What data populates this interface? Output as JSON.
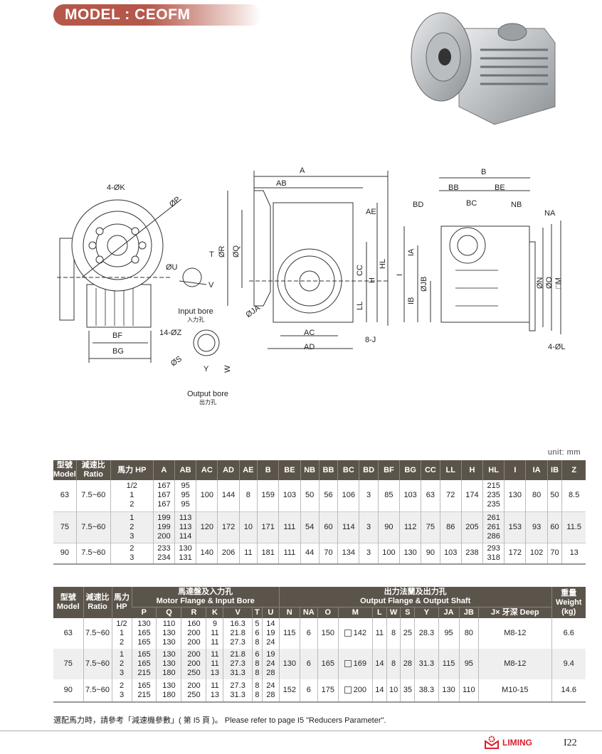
{
  "title": "MODEL : CEOFM",
  "unit": "unit: mm",
  "diagram": {
    "labels": [
      "4-ØK",
      "ØP",
      "T",
      "ØU",
      "V",
      "ØR",
      "ØQ",
      "A",
      "AB",
      "AE",
      "CC",
      "H",
      "HL",
      "ØJA",
      "LL",
      "AC",
      "AD",
      "8-J",
      "BF",
      "BG",
      "14-ØZ",
      "ØS",
      "Y",
      "W",
      "B",
      "BB",
      "BE",
      "BD",
      "BC",
      "NB",
      "NA",
      "IA",
      "I",
      "ØJB",
      "IB",
      "ØN",
      "ØO",
      "□M",
      "4-ØL"
    ],
    "input_bore": "Input bore",
    "input_bore_cn": "入力孔",
    "output_bore": "Output bore",
    "output_bore_cn": "出力孔"
  },
  "table1": {
    "headers": [
      "型號 Model",
      "減速比 Ratio",
      "馬力 HP",
      "A",
      "AB",
      "AC",
      "AD",
      "AE",
      "B",
      "BE",
      "NB",
      "BB",
      "BC",
      "BD",
      "BF",
      "BG",
      "CC",
      "LL",
      "H",
      "HL",
      "I",
      "IA",
      "IB",
      "Z"
    ],
    "rows": [
      [
        "63",
        "7.5~60",
        "1/2\n1\n2",
        "167\n167\n167",
        "95\n95\n95",
        "100",
        "144",
        "8",
        "159",
        "103",
        "50",
        "56",
        "106",
        "3",
        "85",
        "103",
        "63",
        "72",
        "174",
        "215\n235\n235",
        "130",
        "80",
        "50",
        "8.5"
      ],
      [
        "75",
        "7.5~60",
        "1\n2\n3",
        "199\n199\n200",
        "113\n113\n114",
        "120",
        "172",
        "10",
        "171",
        "111",
        "54",
        "60",
        "114",
        "3",
        "90",
        "112",
        "75",
        "86",
        "205",
        "261\n261\n286",
        "153",
        "93",
        "60",
        "11.5"
      ],
      [
        "90",
        "7.5~60",
        "2\n3",
        "233\n234",
        "130\n131",
        "140",
        "206",
        "11",
        "181",
        "111",
        "44",
        "70",
        "134",
        "3",
        "100",
        "130",
        "90",
        "103",
        "238",
        "293\n318",
        "172",
        "102",
        "70",
        "13"
      ]
    ]
  },
  "table2": {
    "h_model": "型號 Model",
    "h_ratio": "減速比 Ratio",
    "h_hp": "馬力 HP",
    "g_motor": "馬達盤及入力孔",
    "g_motor_en": "Motor Flange & Input Bore",
    "g_output": "出力法蘭及出力孔",
    "g_output_en": "Output Flange & Output Shaft",
    "g_weight": "重量",
    "g_weight_en": "Weight",
    "g_weight_unit": "(kg)",
    "sub": [
      "P",
      "Q",
      "R",
      "K",
      "V",
      "T",
      "U",
      "N",
      "NA",
      "O",
      "M",
      "L",
      "W",
      "S",
      "Y",
      "JA",
      "JB",
      "J× 牙深 Deep"
    ],
    "rows": [
      [
        "63",
        "7.5~60",
        "1/2\n1\n2",
        "130\n165\n165",
        "110\n130\n130",
        "160\n200\n200",
        "9\n11\n11",
        "16.3\n21.8\n27.3",
        "5\n6\n8",
        "14\n19\n24",
        "115",
        "6",
        "150",
        "142",
        "11",
        "8",
        "25",
        "28.3",
        "95",
        "80",
        "M8-12",
        "6.6"
      ],
      [
        "75",
        "7.5~60",
        "1\n2\n3",
        "165\n165\n215",
        "130\n130\n180",
        "200\n200\n250",
        "11\n11\n13",
        "21.8\n27.3\n31.3",
        "6\n8\n8",
        "19\n24\n28",
        "130",
        "6",
        "165",
        "169",
        "14",
        "8",
        "28",
        "31.3",
        "115",
        "95",
        "M8-12",
        "9.4"
      ],
      [
        "90",
        "7.5~60",
        "2\n3",
        "165\n215",
        "130\n180",
        "200\n250",
        "11\n13",
        "27.3\n31.3",
        "8\n8",
        "24\n28",
        "152",
        "6",
        "175",
        "200",
        "14",
        "10",
        "35",
        "38.3",
        "130",
        "110",
        "M10-15",
        "14.6"
      ]
    ]
  },
  "note": "選配馬力時，請參考「減速機參數」( 第 I5 頁 )。 Please refer to page I5 \"Reducers Parameter\".",
  "brand": "LIMING",
  "page": "I22"
}
